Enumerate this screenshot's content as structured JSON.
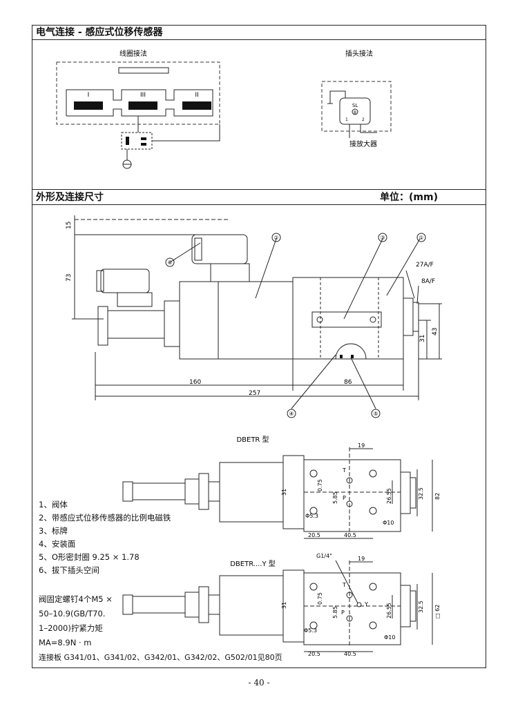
{
  "section1": {
    "title": "电气连接 - 感应式位移传感器",
    "coil_label": "线圈接法",
    "plug_label": "插头接法",
    "amp_label": "接放大器",
    "coils": [
      "I",
      "III",
      "II"
    ],
    "plug_pins": [
      "SL",
      "B",
      "1",
      "2"
    ]
  },
  "section2": {
    "title": "外形及连接尺寸",
    "unit": "单位：(mm)",
    "main_dims": {
      "d15": "15",
      "d73": "73",
      "d160": "160",
      "d257": "257",
      "d86": "86",
      "d31": "31",
      "d43": "43",
      "port_a": "27A/F",
      "port_b": "8A/F"
    },
    "callouts": [
      "①",
      "②",
      "③",
      "④",
      "⑤",
      "⑥"
    ]
  },
  "view1": {
    "title": "DBETR 型",
    "dims": {
      "d19": "19",
      "d075": "0.75",
      "d585": "5.85",
      "d2655": "26.55",
      "d325": "32.5",
      "d82": "82",
      "d205": "20.5",
      "d405": "40.5",
      "d31": "31",
      "phi53": "Φ5.3",
      "phi10": "Φ10",
      "T": "T",
      "P": "P"
    }
  },
  "view2": {
    "title": "DBETR....Y 型",
    "dims": {
      "g14": "G1/4\"",
      "d19": "19",
      "d075": "0.75",
      "d585": "5.85",
      "d2655": "26.55",
      "d325": "32.5",
      "d62": "□ 62",
      "d205": "20.5",
      "d405": "40.5",
      "d31": "31",
      "phi53": "Φ5.3",
      "phi10": "Φ10",
      "T": "T",
      "P": "P",
      "Y": "Y"
    }
  },
  "legend": [
    "1、阀体",
    "2、带感应式位移传感器的比例电磁铁",
    "3、标牌",
    "4、安装面",
    "5、O形密封圈 9.25 × 1.78",
    "6、拔下插头空间"
  ],
  "note": {
    "line1": "阀固定螺钉4个M5 ×",
    "line2": "50–10.9(GB/T70.",
    "line3": "1–2000)拧紧力矩",
    "line4": "MA=8.9N · m",
    "line5": "连接板 G341/01、G341/02、G342/01、G342/02、G502/01见80页"
  },
  "page_number": "- 40 -"
}
